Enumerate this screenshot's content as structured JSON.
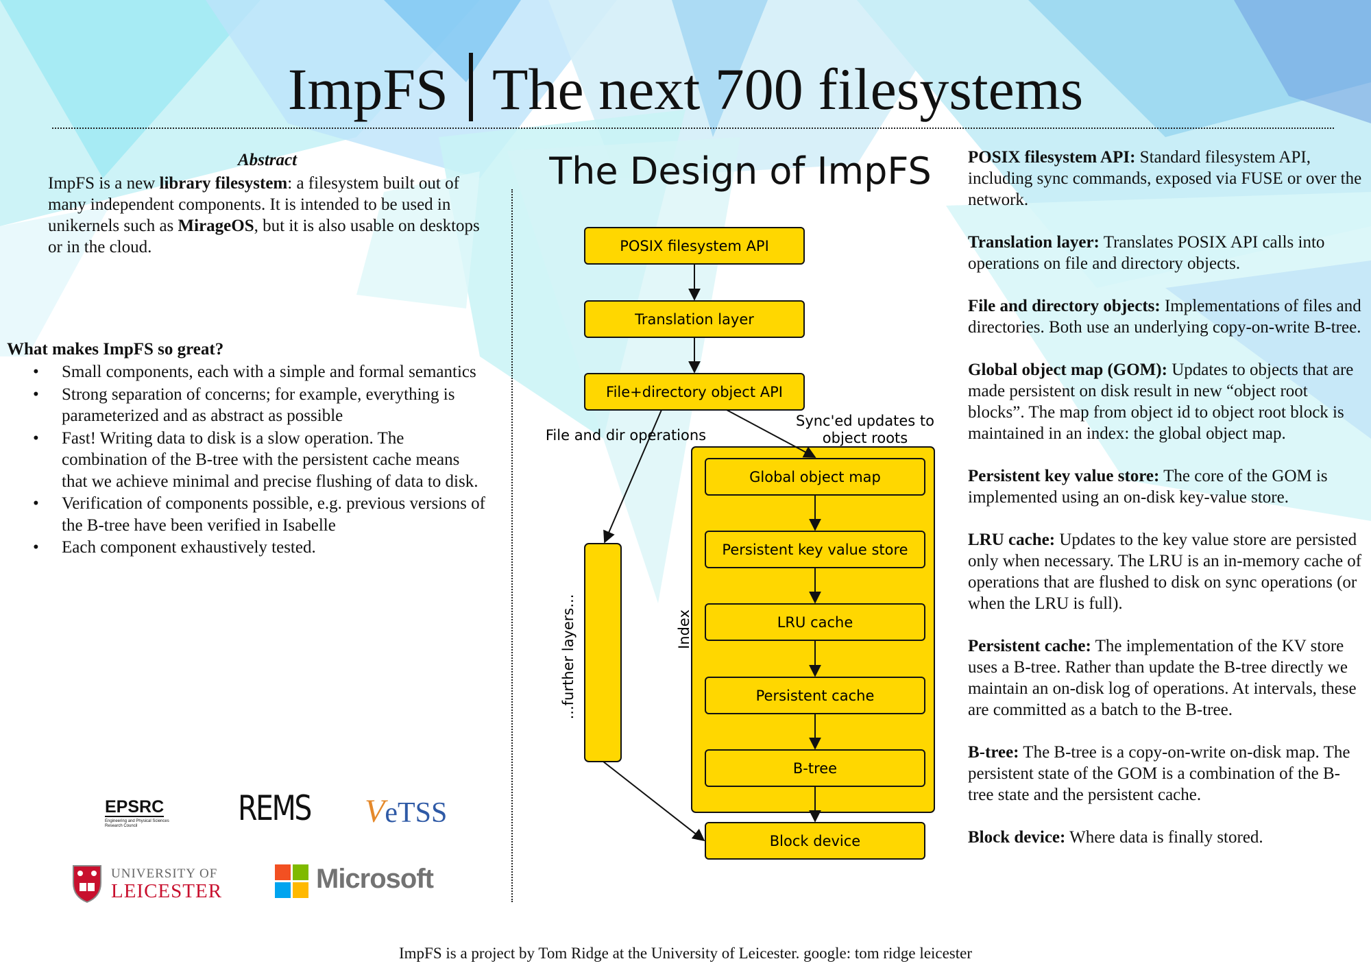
{
  "header": {
    "title_left": "ImpFS",
    "title_right": "The next 700 filesystems"
  },
  "abstract": {
    "heading": "Abstract",
    "text_1": "ImpFS is a new ",
    "bold_1": "library filesystem",
    "text_2": ": a filesystem built out of many independent components. It is intended to be used in unikernels such as ",
    "bold_2": "MirageOS",
    "text_3": ", but it is also usable on desktops or in the cloud."
  },
  "great": {
    "heading": "What makes ImpFS so great?",
    "items": [
      "Small components, each with a simple and formal semantics",
      "Strong separation of concerns; for example, everything is parameterized and as abstract as possible",
      "Fast! Writing data to disk is a slow operation. The combination of the B-tree with the persistent cache means that we achieve minimal and precise flushing of data to disk.",
      "Verification of components possible, e.g. previous versions of the B-tree have been verified in Isabelle",
      "Each component exhaustively tested."
    ]
  },
  "design": {
    "heading": "The Design of ImpFS",
    "boxes": {
      "posix": "POSIX filesystem API",
      "translation": "Translation layer",
      "fileobj": "File+directory object API",
      "gom": "Global object map",
      "pkv": "Persistent key value store",
      "lru": "LRU cache",
      "pcache": "Persistent cache",
      "btree": "B-tree",
      "block": "Block device"
    },
    "labels": {
      "file_ops": "File and dir operations",
      "sync_1": "Sync'ed updates to",
      "sync_2": "object roots",
      "index": "Index",
      "further": "...further layers..."
    },
    "colors": {
      "box_fill": "#FFD700",
      "box_stroke": "#111111"
    }
  },
  "descriptions": [
    {
      "term": "POSIX filesystem API:",
      "text": " Standard filesystem API, including sync commands, exposed via FUSE or over the network."
    },
    {
      "term": "Translation layer:",
      "text": " Translates POSIX API calls into operations on file and directory objects."
    },
    {
      "term": "File and directory objects:",
      "text": " Implementations of files and directories. Both use an underlying copy-on-write B-tree."
    },
    {
      "term": "Global object map (GOM):",
      "text": " Updates to objects that are made persistent on disk result in new “object root blocks”. The map from object id to object root block is maintained in an index: the global object map."
    },
    {
      "term": "Persistent key value store:",
      "text": " The core of the GOM is implemented using an on-disk key-value store."
    },
    {
      "term": "LRU cache:",
      "text": " Updates to the key value store are persisted only when necessary. The LRU is an in-memory cache of operations that are flushed to disk on sync operations (or when the LRU is full)."
    },
    {
      "term": "Persistent cache:",
      "text": " The implementation of the KV store uses a B-tree. Rather than update the B-tree directly we maintain an on-disk log of operations. At intervals, these are committed as a batch to the B-tree."
    },
    {
      "term": "B-tree:",
      "text": " The B-tree is a copy-on-write on-disk map. The persistent state of the GOM is a combination of the B-tree state and the persistent cache."
    },
    {
      "term": "Block device:",
      "text": " Where data is finally stored."
    }
  ],
  "logos": {
    "epsrc": "EPSRC",
    "epsrc_sub_1": "Engineering and Physical Sciences",
    "epsrc_sub_2": "Research Council",
    "rems": "REMS",
    "vetss_v": "V",
    "vetss_rest": "eTSS",
    "leicester_1": "UNIVERSITY OF",
    "leicester_2": "LEICESTER",
    "microsoft": "Microsoft"
  },
  "footer": "ImpFS is a project by Tom Ridge at the University of Leicester. google: tom ridge leicester"
}
